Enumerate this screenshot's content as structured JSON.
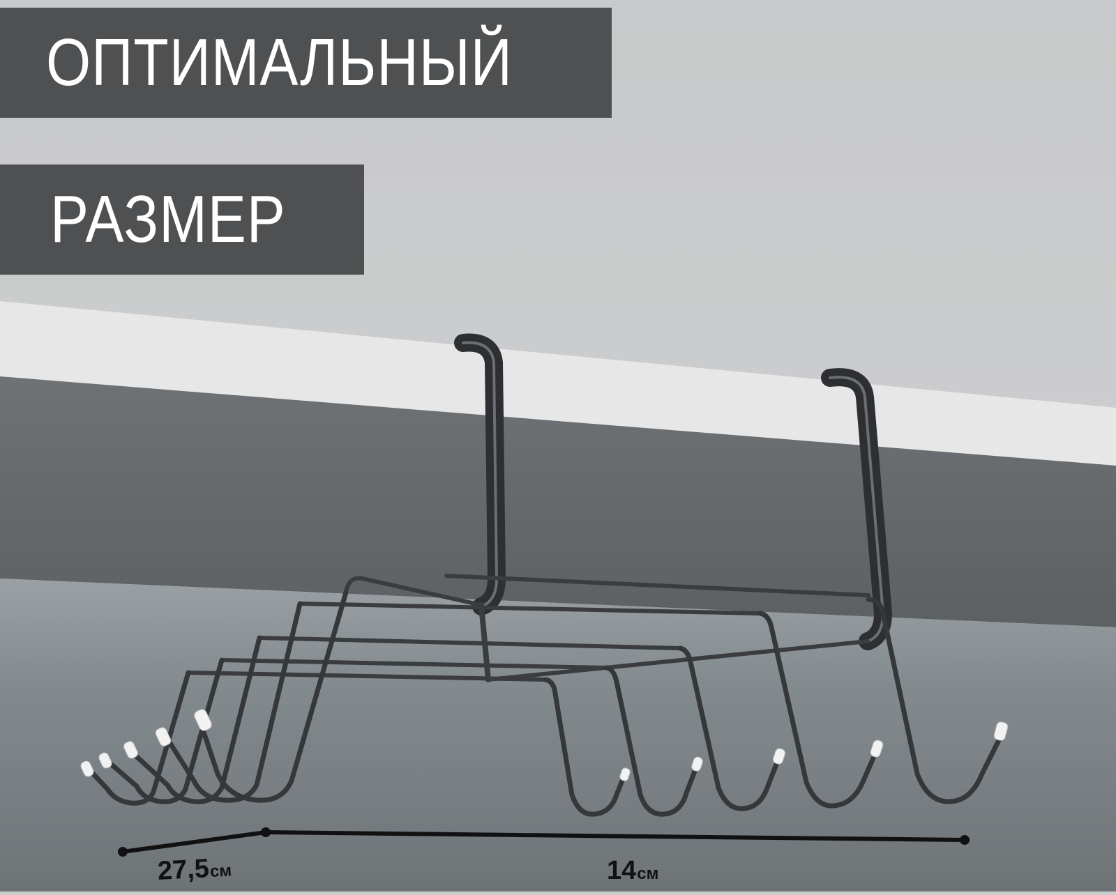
{
  "headline": {
    "line1": "ОПТИМАЛЬНЫЙ",
    "line2": "РАЗМЕР"
  },
  "dimensions": {
    "depth": {
      "value": "27,5",
      "unit": "см"
    },
    "width": {
      "value": "14",
      "unit": "см"
    }
  },
  "product": {
    "type": "under-shelf hook rack",
    "hooks_count": 10,
    "hook_tip_color": "#f2f2f2",
    "metal_color": "#3a3c3f"
  },
  "colors": {
    "background_wall": "#cbcccd",
    "shelf_front": "#e6e6e7",
    "shelf_underside": "#65686b",
    "lower_wall": "#858a8e",
    "title_box": "#4f5051",
    "title_text": "#ffffff",
    "dimension_line": "#111111"
  }
}
